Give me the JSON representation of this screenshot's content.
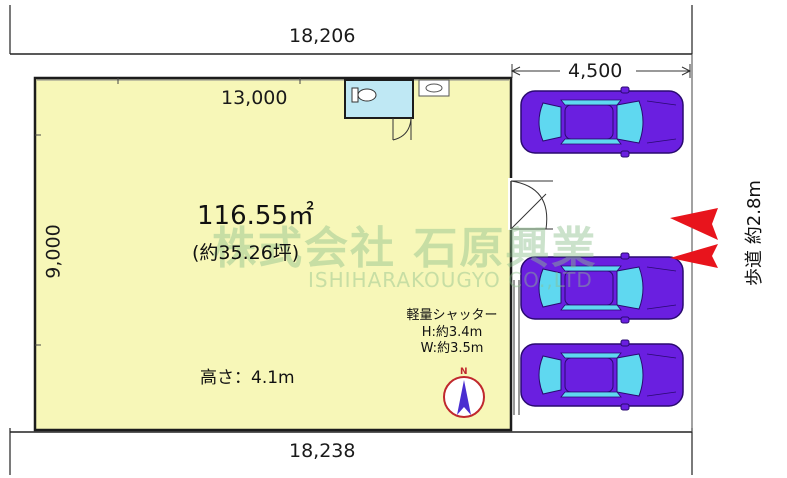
{
  "dimensions": {
    "top": "18,206",
    "bottom": "18,238",
    "interior_width": "13,000",
    "interior_height": "9,000",
    "parking_width": "4,500"
  },
  "room": {
    "area": "116.55㎡",
    "area_tsubo": "(約35.26坪)",
    "ceiling_height": "高さ：4.1m"
  },
  "shutter": {
    "title": "軽量シャッター",
    "height": "H:約3.4m",
    "width": "W:約3.5m"
  },
  "sidewalk": "歩道 約2.8m",
  "compass": {
    "north": "N"
  },
  "watermark": {
    "company": "株式会社 石原興業",
    "romaji": "ISHIHARAKOUGYO CO.,LTD"
  },
  "colors": {
    "floor": "#f7f7b8",
    "wc": "#bfe8f4",
    "car_body": "#6a1fe0",
    "car_glass": "#5fd8f0",
    "arrow": "#e8141c"
  }
}
